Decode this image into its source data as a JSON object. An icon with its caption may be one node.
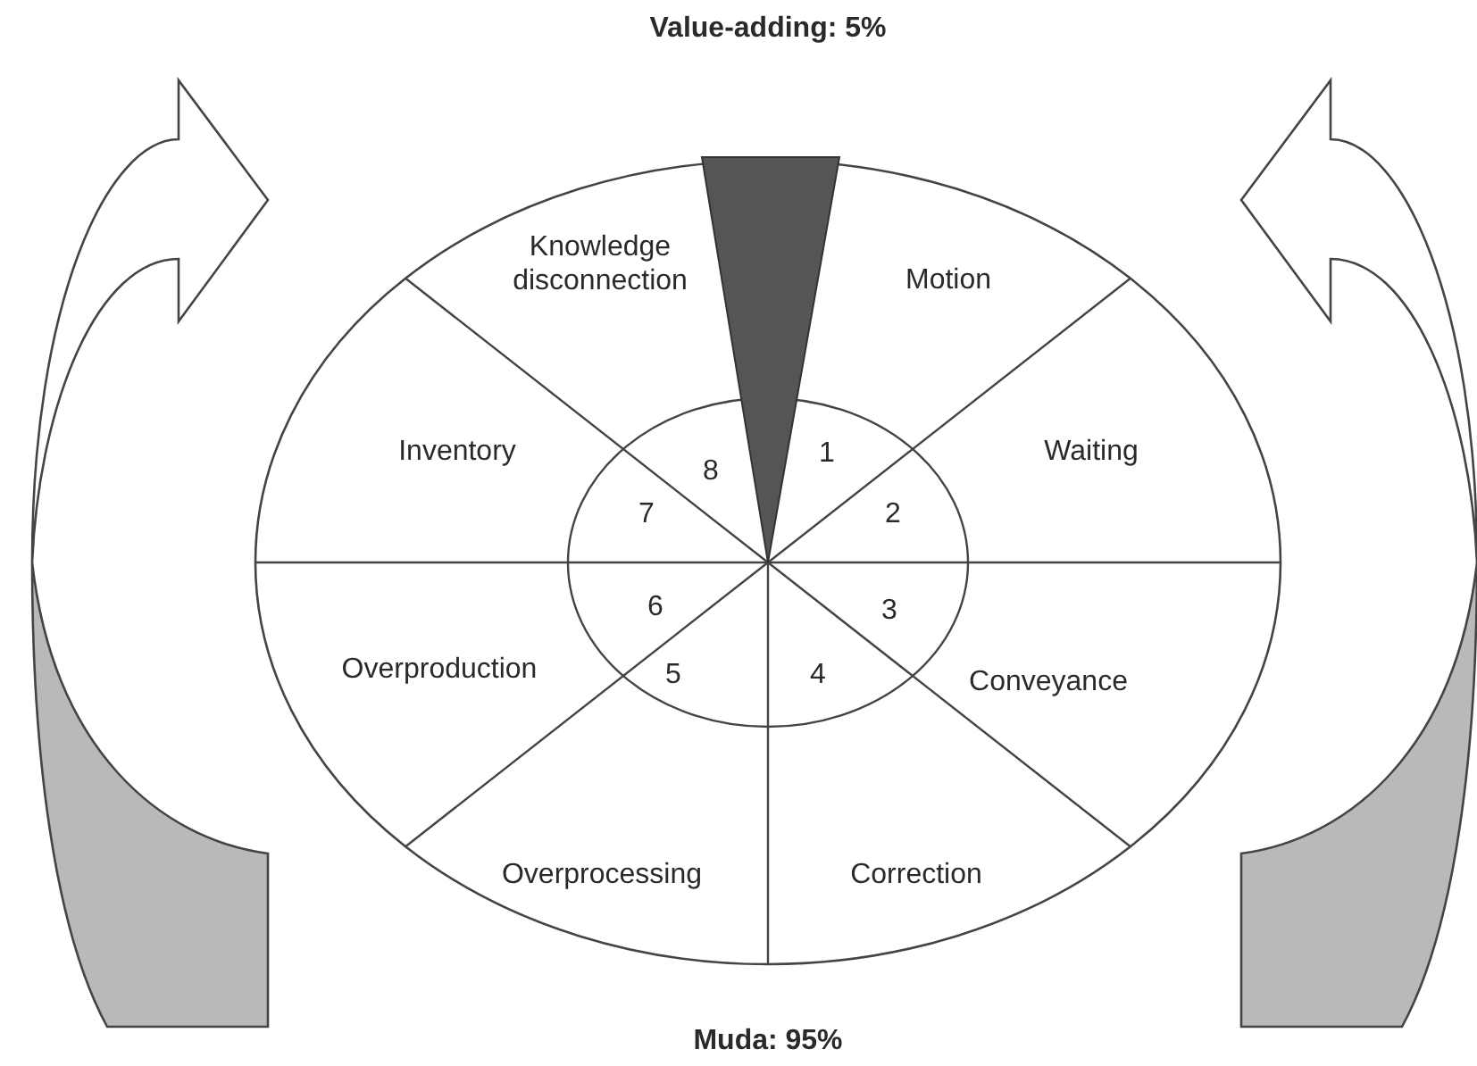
{
  "diagram": {
    "title": "Value-adding: 5%",
    "caption": "Muda: 95%",
    "labels": [
      "Motion",
      "Waiting",
      "Conveyance",
      "Correction",
      "Overprocessing",
      "Overproduction",
      "Inventory",
      "Knowledge disconnection",
      "1",
      "2",
      "3",
      "4",
      "5",
      "6",
      "7",
      "8"
    ]
  }
}
